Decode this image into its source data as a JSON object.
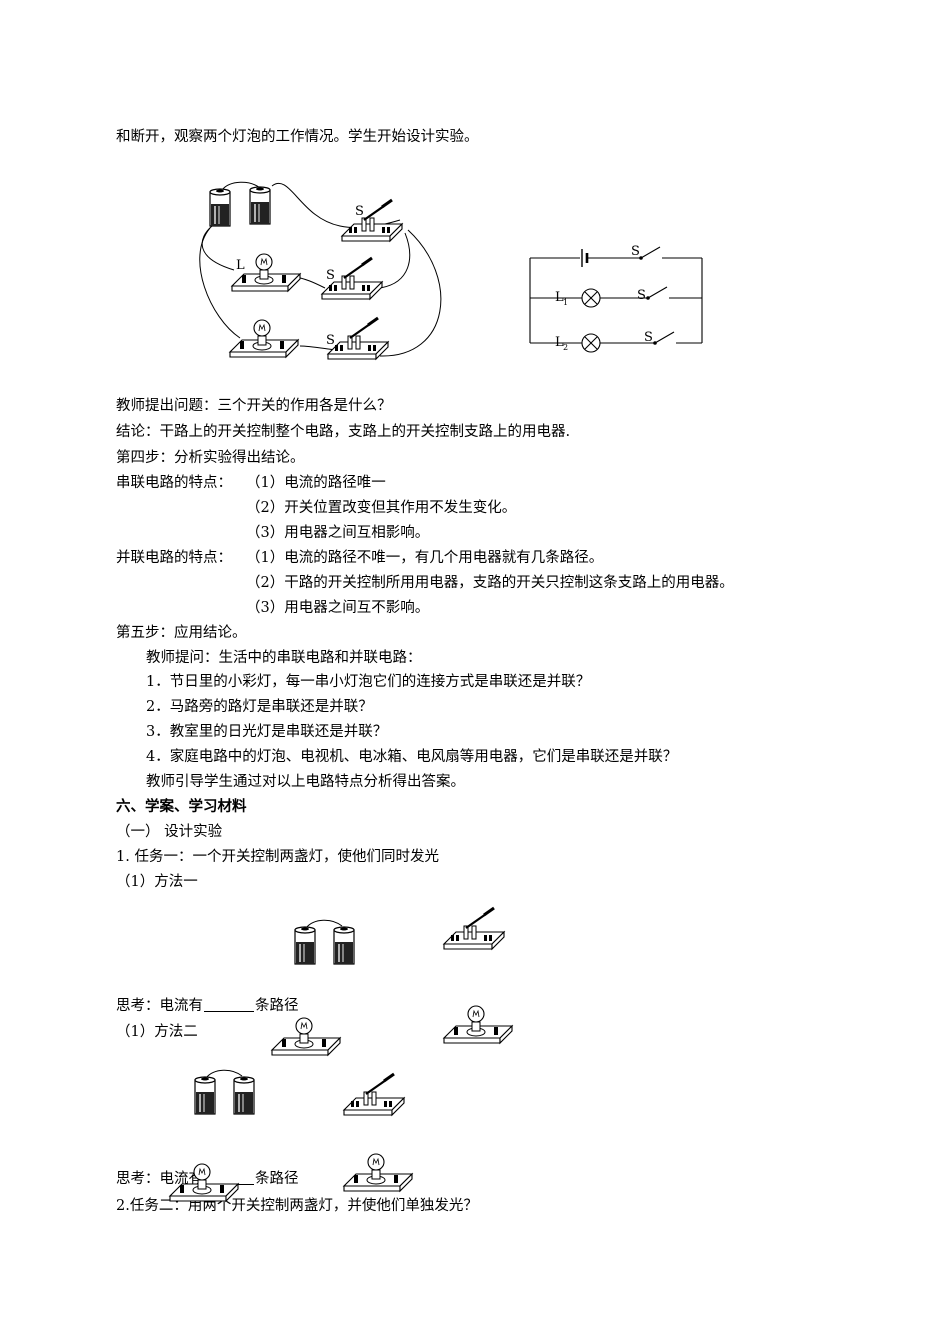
{
  "text": {
    "intro": "和断开，观察两个灯泡的工作情况。学生开始设计实验。",
    "q_three_switches": "教师提出问题：三个开关的作用各是什么？",
    "conclusion": "结论：干路上的开关控制整个电路，支路上的开关控制支路上的用电器.",
    "step4": "第四步：分析实验得出结论。",
    "series_title": "串联电路的特点：",
    "series_1": "（1）电流的路径唯一",
    "series_2": "（2）开关位置改变但其作用不发生变化。",
    "series_3": "（3）用电器之间互相影响。",
    "parallel_title": "并联电路的特点：",
    "parallel_1": "（1）电流的路径不唯一，有几个用电器就有几条路径。",
    "parallel_2": "（2）干路的开关控制所用用电器，支路的开关只控制这条支路上的用电器。",
    "parallel_3": "（3）用电器之间互不影响。",
    "step5": "第五步：应用结论。",
    "teacher_ask": "教师提问：生活中的串联电路和并联电路：",
    "q1": "1．节日里的小彩灯，每一串小灯泡它们的连接方式是串联还是并联？",
    "q2": "2．马路旁的路灯是串联还是并联？",
    "q3": "3．教室里的日光灯是串联还是并联？",
    "q4": "4．家庭电路中的灯泡、电视机、电冰箱、电风扇等用电器，它们是串联还是并联？",
    "guide": "教师引导学生通过对以上电路特点分析得出答案。",
    "section6": "六、学案、学习材料",
    "sub1": "（一） 设计实验",
    "task1": "1. 任务一：一个开关控制两盏灯，使他们同时发光",
    "method1": "（1）方法一",
    "think_a1": "思考：电流有",
    "think_a2": "条路径",
    "method2": "（1）方法二",
    "think_b1": "思考：电流有",
    "think_b2": "条路径",
    "task2": "2.任务二：用两个开关控制两盏灯，并使他们单独发光？"
  },
  "circuit_labels": {
    "switch_main": "S",
    "switch_1": "S",
    "switch_2": "S",
    "lamp_1": "L",
    "schematic_s": "S",
    "schematic_s1": "S",
    "schematic_s2": "S",
    "schematic_l1": "L",
    "schematic_l2": "L",
    "sub_1": "1",
    "sub_2": "2"
  }
}
